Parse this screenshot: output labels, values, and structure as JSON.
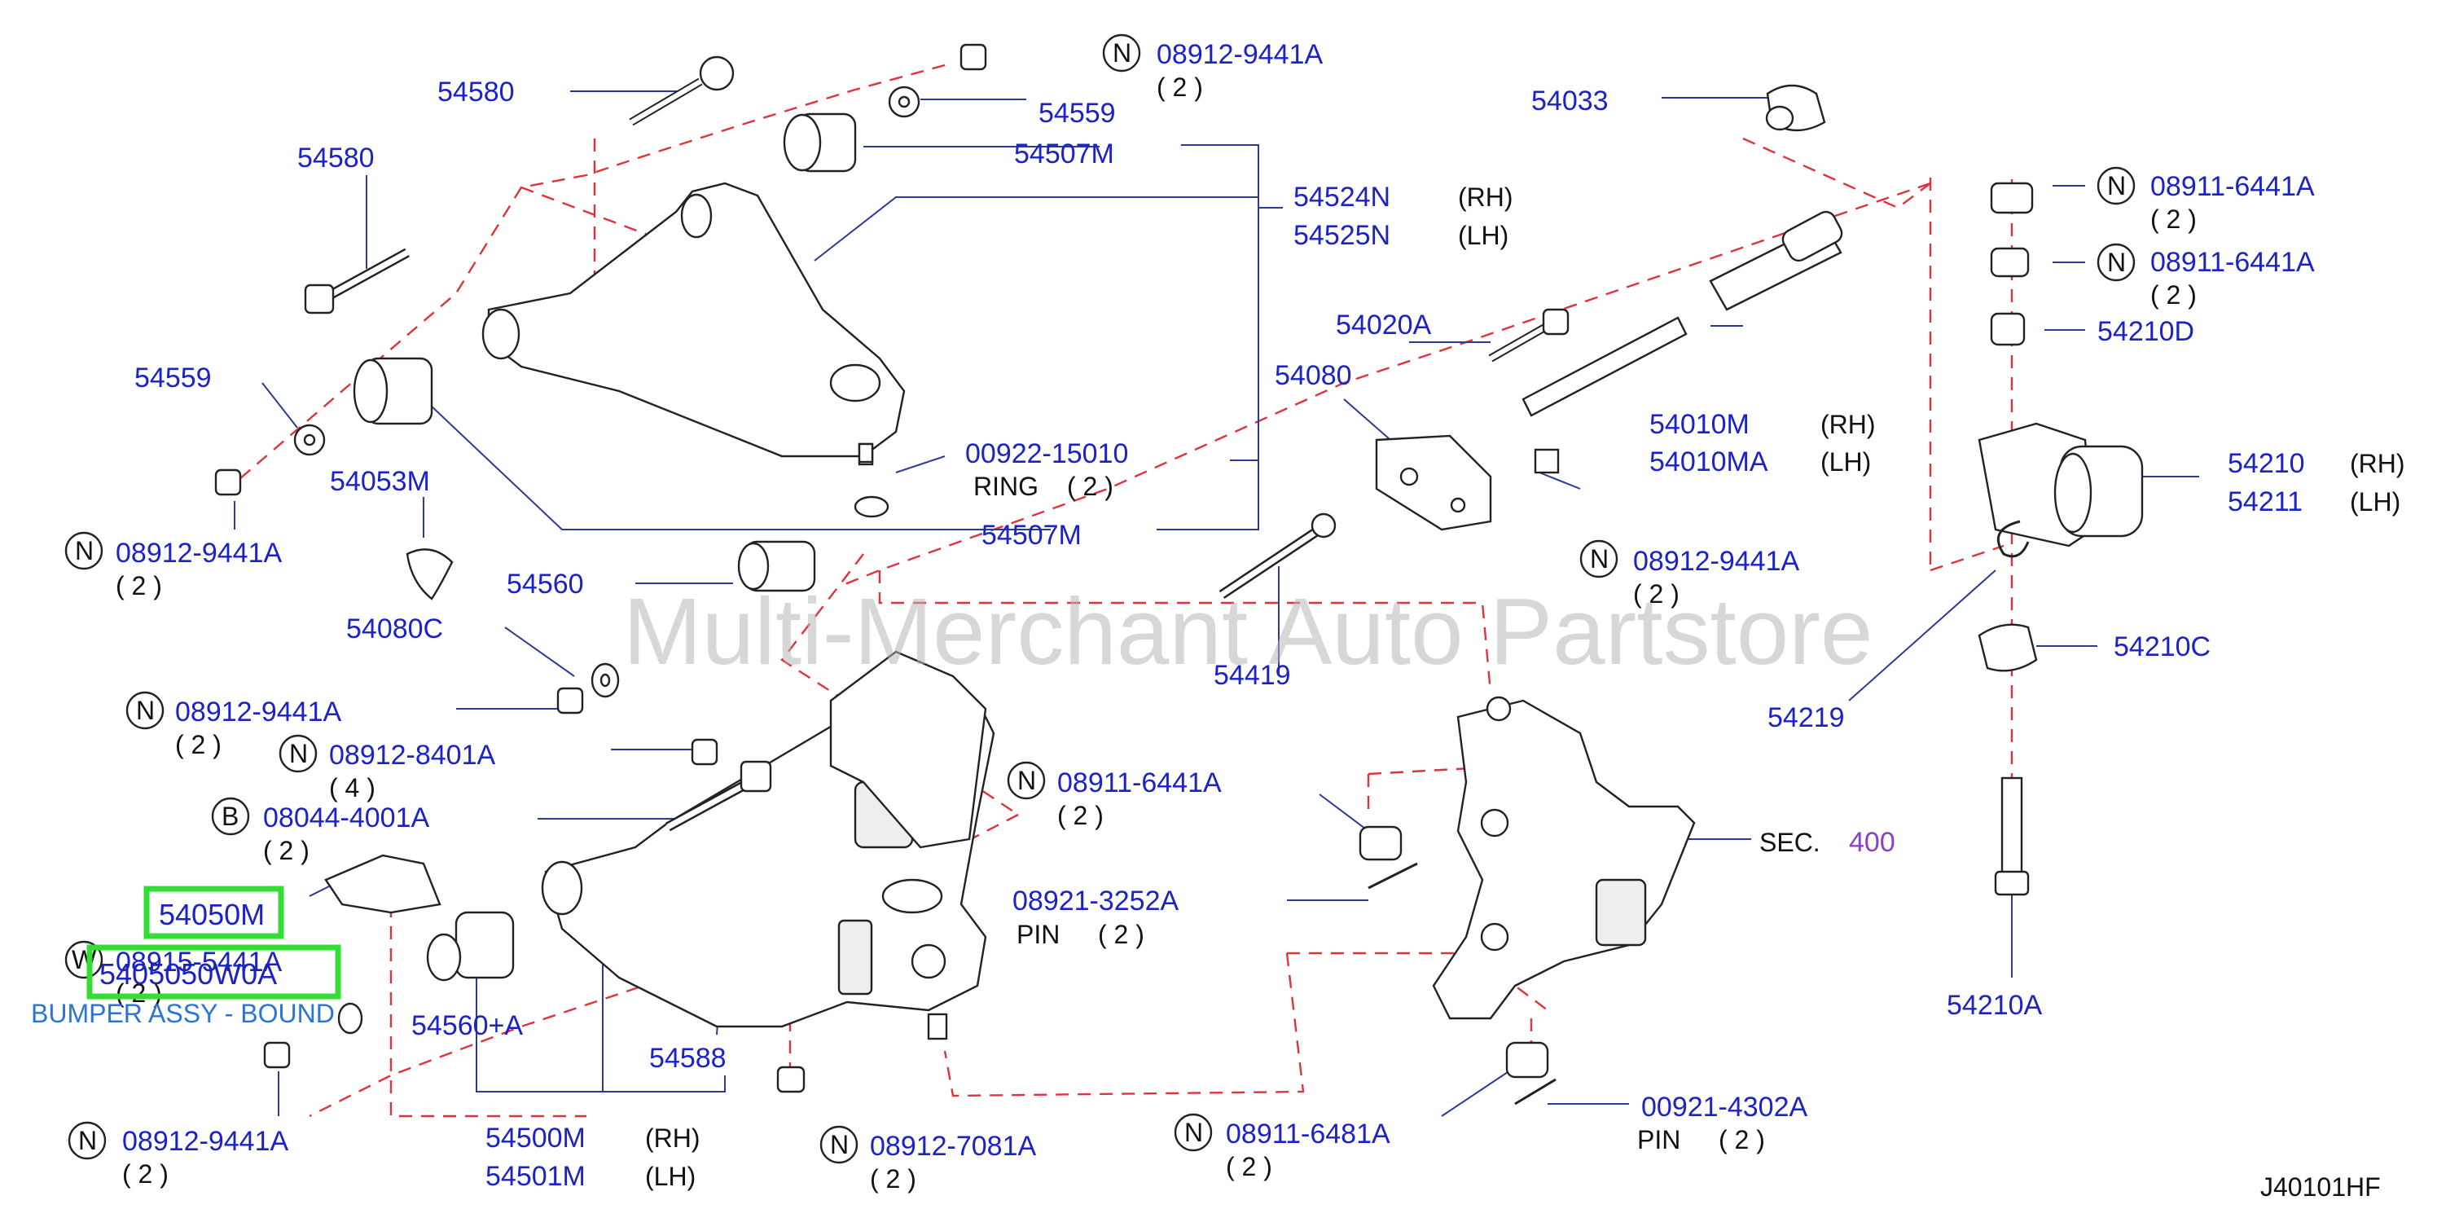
{
  "watermark": "Multi-Merchant Auto Partstore",
  "diagram_code": "J40101HF",
  "highlight": {
    "part_number": "54050M",
    "overlay_number": "5405050W0A",
    "caption": "BUMPER ASSY - BOUND"
  },
  "circle_letters": {
    "n": "N",
    "b": "B",
    "w": "W"
  },
  "labels": {
    "p54580_top": "54580",
    "p54580_mid": "54580",
    "p54559_top": "54559",
    "p54559_left": "54559",
    "p54507m_top": "54507M",
    "p54507m_bot": "54507M",
    "p54524n": "54524N",
    "p54525n": "54525N",
    "rh1": "(RH)",
    "lh1": "(LH)",
    "p54033": "54033",
    "p54020a": "54020A",
    "p54080": "54080",
    "p54010m": "54010M",
    "p54010ma": "54010MA",
    "rh2": "(RH)",
    "lh2": "(LH)",
    "p00922": "00922-15010",
    "ring": "RING",
    "ring_qty": "( 2 )",
    "p54053m": "54053M",
    "p54560": "54560",
    "p54080c": "54080C",
    "p54419": "54419",
    "p54210d": "54210D",
    "p54210": "54210",
    "p54211": "54211",
    "rh3": "(RH)",
    "lh3": "(LH)",
    "p54210c": "54210C",
    "p54219": "54219",
    "p54210a": "54210A",
    "sec": "SEC.",
    "sec_num": "400",
    "p08921": "08921-3252A",
    "pin1": "PIN",
    "pin1_qty": "( 2 )",
    "p00921": "00921-4302A",
    "pin2": "PIN",
    "pin2_qty": "( 2 )",
    "p54560a": "54560+A",
    "p54588": "54588",
    "p54500m": "54500M",
    "p54501m": "54501M",
    "rh4": "(RH)",
    "lh4": "(LH)",
    "w_part": "08915-5441A",
    "w_qty": "( 2 )"
  },
  "circled_parts": [
    {
      "letter": "N",
      "number": "08912-9441A",
      "qty": "( 2 )"
    },
    {
      "letter": "N",
      "number": "08912-9441A",
      "qty": "( 2 )"
    },
    {
      "letter": "N",
      "number": "08912-9441A",
      "qty": "( 2 )"
    },
    {
      "letter": "N",
      "number": "08912-9441A",
      "qty": "( 2 )"
    },
    {
      "letter": "N",
      "number": "08912-8401A",
      "qty": "( 4 )"
    },
    {
      "letter": "B",
      "number": "08044-4001A",
      "qty": "( 2 )"
    },
    {
      "letter": "N",
      "number": "08911-6441A",
      "qty": "( 2 )"
    },
    {
      "letter": "N",
      "number": "08911-6441A",
      "qty": "( 2 )"
    },
    {
      "letter": "N",
      "number": "08911-6441A",
      "qty": "( 2 )"
    },
    {
      "letter": "N",
      "number": "08912-9441A",
      "qty": "( 2 )"
    },
    {
      "letter": "N",
      "number": "08912-7081A",
      "qty": "( 2 )"
    },
    {
      "letter": "N",
      "number": "08911-6481A",
      "qty": "( 2 )"
    }
  ]
}
